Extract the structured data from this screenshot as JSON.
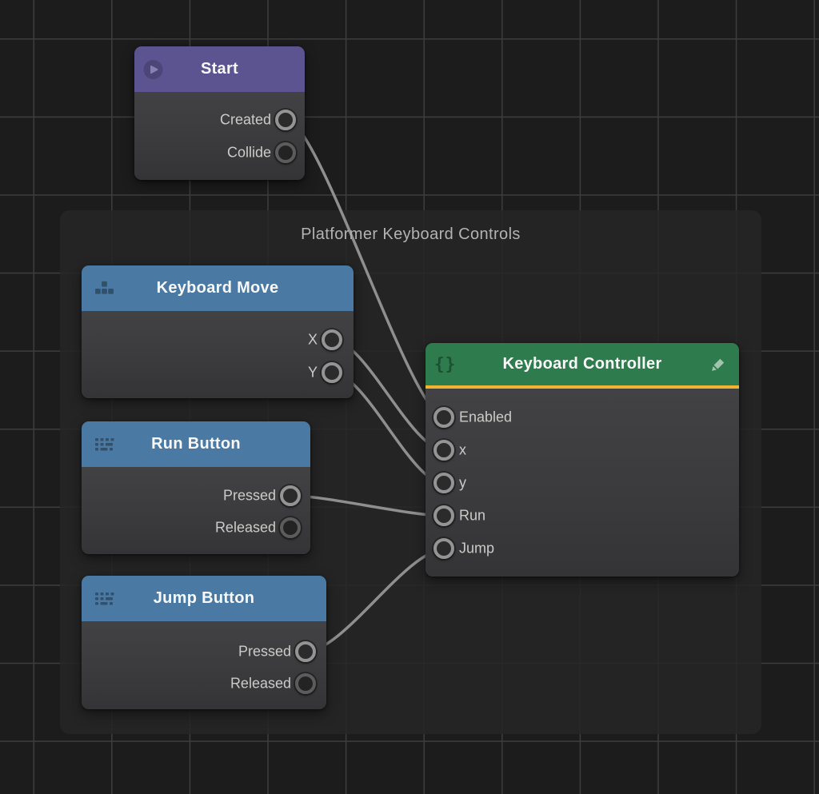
{
  "canvas": {
    "background_color": "#1c1c1c",
    "grid_color": "#3d3d3d",
    "wire_color": "#8f8f8f"
  },
  "group": {
    "label": "Platformer Keyboard Controls",
    "fill_color": "#262626"
  },
  "nodes": {
    "start": {
      "title": "Start",
      "icon": "play-icon",
      "header_color": "#5c5490",
      "outputs": [
        {
          "label": "Created",
          "connected": true
        },
        {
          "label": "Collide",
          "connected": false
        }
      ]
    },
    "keyboard_move": {
      "title": "Keyboard Move",
      "icon": "blocks-icon",
      "header_color": "#4a7aa4",
      "outputs": [
        {
          "label": "X",
          "connected": true
        },
        {
          "label": "Y",
          "connected": true
        }
      ]
    },
    "run_button": {
      "title": "Run Button",
      "icon": "keyboard-icon",
      "header_color": "#4a7aa4",
      "outputs": [
        {
          "label": "Pressed",
          "connected": true
        },
        {
          "label": "Released",
          "connected": false
        }
      ]
    },
    "jump_button": {
      "title": "Jump Button",
      "icon": "keyboard-icon",
      "header_color": "#4a7aa4",
      "outputs": [
        {
          "label": "Pressed",
          "connected": true
        },
        {
          "label": "Released",
          "connected": false
        }
      ]
    },
    "keyboard_controller": {
      "title": "Keyboard Controller",
      "icon": "braces-icon",
      "edit_icon": "pencil-icon",
      "header_color": "#2e7c4e",
      "accent_color": "#f0b431",
      "braces_glyph": "{}",
      "inputs": [
        {
          "label": "Enabled",
          "connected": true
        },
        {
          "label": "x",
          "connected": true
        },
        {
          "label": "y",
          "connected": true
        },
        {
          "label": "Run",
          "connected": true
        },
        {
          "label": "Jump",
          "connected": true
        }
      ]
    }
  },
  "connections": [
    {
      "from": "Start.Created",
      "to": "Keyboard Controller.Enabled"
    },
    {
      "from": "Keyboard Move.X",
      "to": "Keyboard Controller.x"
    },
    {
      "from": "Keyboard Move.Y",
      "to": "Keyboard Controller.y"
    },
    {
      "from": "Run Button.Pressed",
      "to": "Keyboard Controller.Run"
    },
    {
      "from": "Jump Button.Pressed",
      "to": "Keyboard Controller.Jump"
    }
  ]
}
